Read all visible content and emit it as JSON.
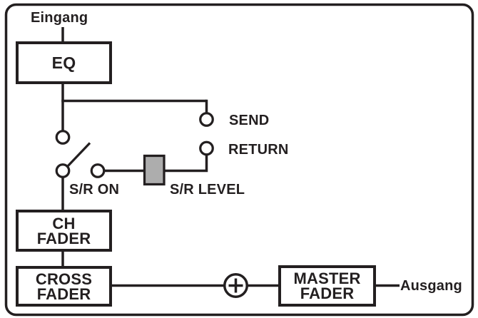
{
  "diagram": {
    "io": {
      "input": "Eingang",
      "output": "Ausgang"
    },
    "blocks": {
      "eq": {
        "label": "EQ"
      },
      "ch_fader": {
        "line1": "CH",
        "line2": "FADER"
      },
      "cross_fader": {
        "line1": "CROSS",
        "line2": "FADER"
      },
      "master_fader": {
        "line1": "MASTER",
        "line2": "FADER"
      }
    },
    "labels": {
      "send": "SEND",
      "return": "RETURN",
      "sr_on": "S/R ON",
      "sr_level": "S/R LEVEL"
    },
    "icons": {
      "send_terminal": "open-circle",
      "return_terminal": "open-circle",
      "sr_on_switch": "open-switch-contacts",
      "sr_level_fader": "gray-slider-block",
      "sum_junction": "plus-in-circle"
    },
    "colors": {
      "line": "#231f20",
      "background": "#ffffff",
      "fader_fill": "#adadad"
    }
  }
}
